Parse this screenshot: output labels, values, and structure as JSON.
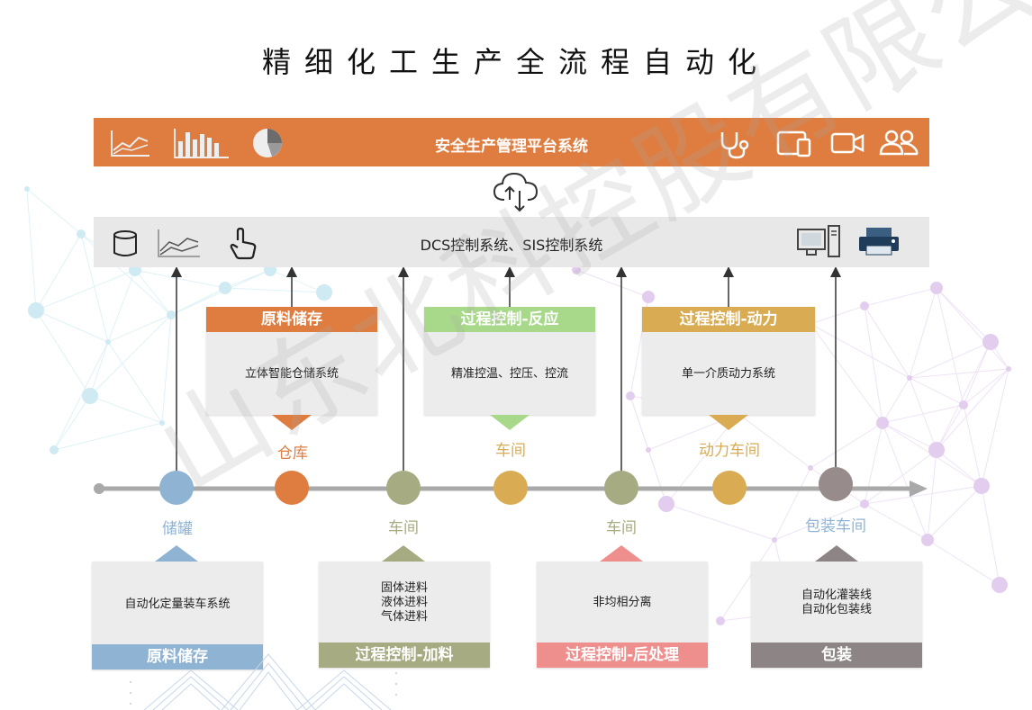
{
  "title": "精细化工生产全流程自动化",
  "watermark": "山东北科控股有限公司",
  "top_bar": {
    "label": "安全生产管理平台系统",
    "left_icons": [
      "line-chart-icon",
      "bar-chart-icon",
      "pie-chart-icon"
    ],
    "right_icons": [
      "stethoscope-icon",
      "devices-icon",
      "video-camera-icon",
      "users-icon"
    ]
  },
  "cloud_icon": "cloud-sync-icon",
  "dcs_bar": {
    "label": "DCS控制系统、SIS控制系统",
    "left_icons": [
      "database-icon",
      "trend-line-icon",
      "touch-hand-icon"
    ],
    "right_icons": [
      "computer-icon",
      "printer-icon"
    ]
  },
  "top_cards": [
    {
      "title": "原料储存",
      "body": "立体智能仓储系统",
      "color": "#de7d3f",
      "location": "仓库",
      "location_color": "#de7d3f"
    },
    {
      "title": "过程控制-反应",
      "body": "精准控温、控压、控流",
      "color": "#a8d98a",
      "location": "车间",
      "location_color": "#d9ac53"
    },
    {
      "title": "过程控制-动力",
      "body": "单一介质动力系统",
      "color": "#d9ac53",
      "location": "动力车间",
      "location_color": "#d9ac53"
    }
  ],
  "bottom_cards": [
    {
      "title": "原料储存",
      "body": [
        "自动化定量装车系统"
      ],
      "color": "#8fb3d2",
      "location": "储罐",
      "location_color": "#8fb3d2"
    },
    {
      "title": "过程控制-加料",
      "body": [
        "固体进料",
        "液体进料",
        "气体进料"
      ],
      "color": "#a7ab82",
      "location": "车间",
      "location_color": "#a7ab82"
    },
    {
      "title": "过程控制-后处理",
      "body": [
        "非均相分离"
      ],
      "color": "#ee8f8d",
      "location": "车间",
      "location_color": "#a7ab82"
    },
    {
      "title": "包装",
      "body": [
        "自动化灌装线",
        "自动化包装线"
      ],
      "color": "#8d8585",
      "location": "包装车间",
      "location_color": "#8fb3d2"
    }
  ],
  "timeline_nodes": [
    {
      "name": "storage-tank-node",
      "color": "#8fb3d2"
    },
    {
      "name": "warehouse-node",
      "color": "#de7d3f"
    },
    {
      "name": "feeding-workshop-node",
      "color": "#a7ab82"
    },
    {
      "name": "reaction-workshop-node",
      "color": "#d9ac53"
    },
    {
      "name": "post-treatment-workshop-node",
      "color": "#a7ab82"
    },
    {
      "name": "power-workshop-node",
      "color": "#d9ac53"
    },
    {
      "name": "packaging-workshop-node",
      "color": "#978b8b"
    }
  ]
}
